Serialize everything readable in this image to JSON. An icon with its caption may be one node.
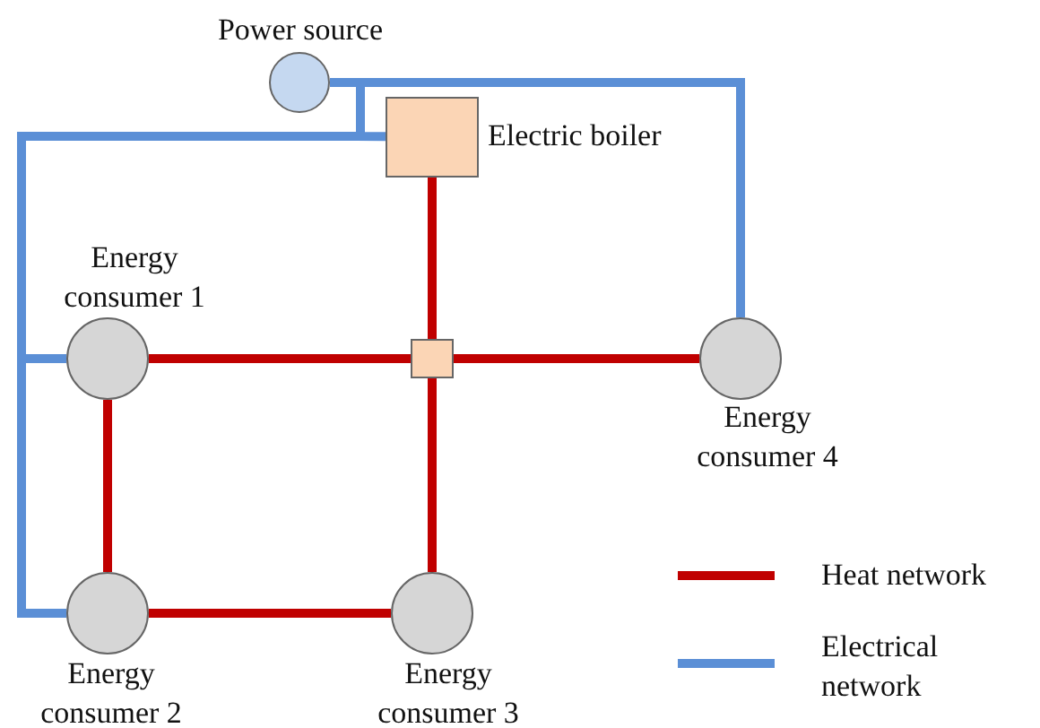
{
  "diagram": {
    "nodes": [
      {
        "text": [
          "Power source"
        ]
      },
      {
        "text": [
          "Electric boiler"
        ]
      },
      {
        "text": [
          "Energy consumer 1"
        ]
      },
      {
        "text": [],
        "shape": "box"
      },
      {
        "text": [
          "Energy consumer 4"
        ]
      },
      {
        "text": [
          "Energy consumer 2"
        ]
      },
      {
        "text": [
          "Energy consumer 3"
        ]
      }
    ],
    "edges": [
      {
        "from": 1,
        "to": 3,
        "arrow": "none"
      },
      {
        "from": 2,
        "to": 3,
        "arrow": "none"
      },
      {
        "from": 3,
        "to": 4,
        "arrow": "none"
      },
      {
        "from": 3,
        "to": 6,
        "arrow": "none"
      },
      {
        "from": 2,
        "to": 5,
        "arrow": "none"
      },
      {
        "from": 5,
        "to": 6,
        "arrow": "none"
      },
      {
        "from": 0,
        "to": 4,
        "arrow": "none",
        "color": "#5b8fd6"
      },
      {
        "from": 0,
        "to": 1,
        "arrow": "none",
        "color": "#5b8fd6"
      },
      {
        "from": 0,
        "to": 2,
        "arrow": "none",
        "color": "#5b8fd6"
      },
      {
        "from": 0,
        "to": 5,
        "arrow": "none",
        "color": "#5b8fd6"
      }
    ],
    "legend": [
      {
        "text": "Heat network"
      },
      {
        "text": "Electrical network"
      }
    ]
  }
}
